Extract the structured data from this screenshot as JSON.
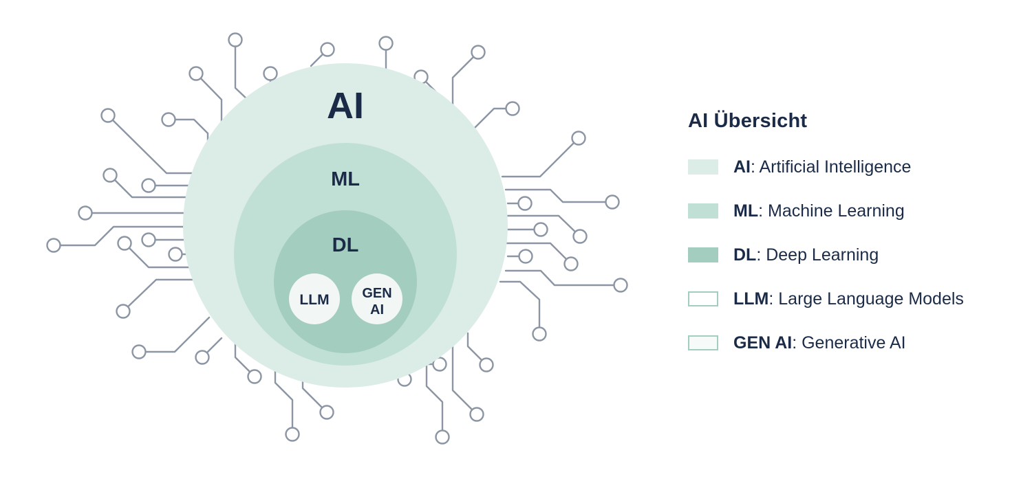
{
  "diagram": {
    "rings": [
      {
        "id": "ai",
        "label": "AI",
        "color": "#dcede8"
      },
      {
        "id": "ml",
        "label": "ML",
        "color": "#c1e0d5"
      },
      {
        "id": "dl",
        "label": "DL",
        "color": "#a3cdbf"
      }
    ],
    "bubbles": [
      {
        "id": "llm",
        "lines": [
          "LLM"
        ]
      },
      {
        "id": "genai",
        "lines": [
          "GEN",
          "AI"
        ]
      }
    ],
    "wire_color": "#8b95a3"
  },
  "legend": {
    "title": "AI Übersicht",
    "items": [
      {
        "abbr": "AI",
        "text": ": Artificial Intelligence",
        "fill": "#dcede8",
        "border": "#dcede8"
      },
      {
        "abbr": "ML",
        "text": ": Machine Learning",
        "fill": "#c1e0d5",
        "border": "#c1e0d5"
      },
      {
        "abbr": "DL",
        "text": ": Deep Learning",
        "fill": "#a3cdbf",
        "border": "#a3cdbf"
      },
      {
        "abbr": "LLM",
        "text": ": Large Language Models",
        "fill": "#ffffff",
        "border": "#a3cdbf"
      },
      {
        "abbr": "GEN AI",
        "text": ": Generative AI",
        "fill": "#f6faf8",
        "border": "#a3cdbf"
      }
    ]
  }
}
